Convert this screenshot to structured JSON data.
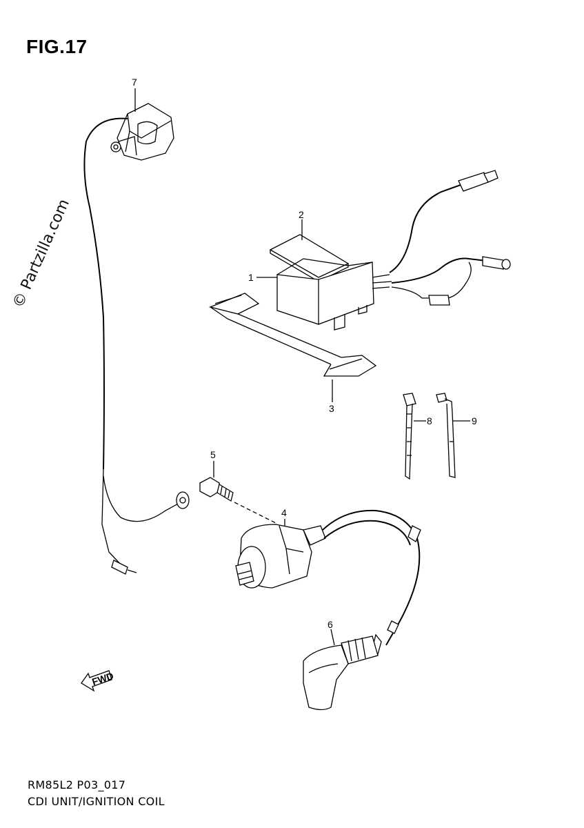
{
  "figure": {
    "title": "FIG.17",
    "watermark": "© Partzilla.com",
    "footer_code": "RM85L2 P03_017",
    "footer_title": "CDI UNIT/IGNITION COIL",
    "arrow_label": "FWD"
  },
  "parts": [
    {
      "id": "1"
    },
    {
      "id": "2"
    },
    {
      "id": "3"
    },
    {
      "id": "4"
    },
    {
      "id": "5"
    },
    {
      "id": "6"
    },
    {
      "id": "7"
    },
    {
      "id": "8"
    },
    {
      "id": "9"
    }
  ]
}
